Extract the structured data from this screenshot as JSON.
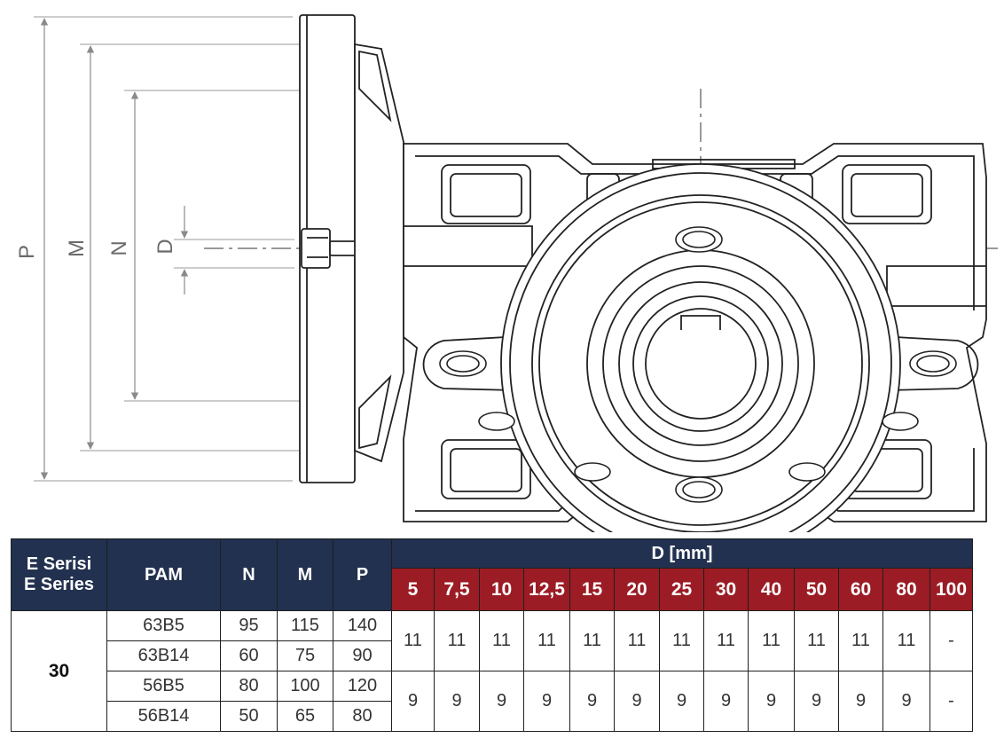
{
  "drawing": {
    "dimension_labels": [
      "P",
      "M",
      "N",
      "D"
    ]
  },
  "table": {
    "header": {
      "series_line1": "E Serisi",
      "series_line2": "E Series",
      "pam": "PAM",
      "n": "N",
      "m": "M",
      "p": "P",
      "d_group": "D [mm]",
      "d_columns": [
        "5",
        "7,5",
        "10",
        "12,5",
        "15",
        "20",
        "25",
        "30",
        "40",
        "50",
        "60",
        "80",
        "100"
      ]
    },
    "series_value": "30",
    "rows": [
      {
        "pam": "63B5",
        "n": "95",
        "m": "115",
        "p": "140"
      },
      {
        "pam": "63B14",
        "n": "60",
        "m": "75",
        "p": "90"
      },
      {
        "pam": "56B5",
        "n": "80",
        "m": "100",
        "p": "120"
      },
      {
        "pam": "56B14",
        "n": "50",
        "m": "65",
        "p": "80"
      }
    ],
    "d_values_group1": [
      "11",
      "11",
      "11",
      "11",
      "11",
      "11",
      "11",
      "11",
      "11",
      "11",
      "11",
      "11",
      "-"
    ],
    "d_values_group2": [
      "9",
      "9",
      "9",
      "9",
      "9",
      "9",
      "9",
      "9",
      "9",
      "9",
      "9",
      "9",
      "-"
    ]
  }
}
